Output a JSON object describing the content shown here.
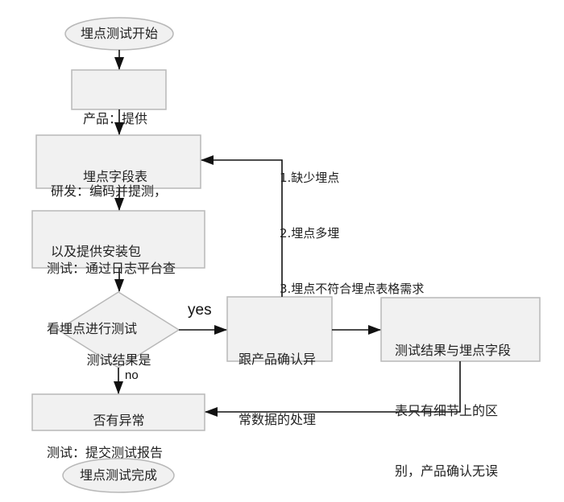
{
  "diagram": {
    "type": "flowchart",
    "nodes": {
      "start": {
        "shape": "ellipse",
        "text": "埋点测试开始"
      },
      "product_provide": {
        "shape": "rect",
        "lines": [
          "产品：提供",
          "埋点字段表"
        ]
      },
      "dev_build": {
        "shape": "rect",
        "lines": [
          "研发：编码并提测，",
          "以及提供安装包"
        ]
      },
      "test_log": {
        "shape": "rect",
        "lines": [
          "测试：通过日志平台查",
          "看埋点进行测试"
        ]
      },
      "decision": {
        "shape": "diamond",
        "lines": [
          "测试结果是",
          "否有异常"
        ]
      },
      "confirm_handling": {
        "shape": "rect",
        "lines": [
          "跟产品确认异",
          "常数据的处理"
        ]
      },
      "minor_diff": {
        "shape": "rect",
        "lines": [
          "测试结果与埋点字段",
          "表只有细节上的区",
          "别，产品确认无误"
        ]
      },
      "submit_report": {
        "shape": "rect",
        "lines": [
          "测试：提交测试报告"
        ]
      },
      "end": {
        "shape": "ellipse",
        "text": "埋点测试完成"
      }
    },
    "edges": [
      {
        "from": "start",
        "to": "product_provide"
      },
      {
        "from": "product_provide",
        "to": "dev_build"
      },
      {
        "from": "dev_build",
        "to": "test_log"
      },
      {
        "from": "test_log",
        "to": "decision"
      },
      {
        "from": "decision",
        "to": "confirm_handling",
        "label": "yes"
      },
      {
        "from": "decision",
        "to": "submit_report",
        "label": "no"
      },
      {
        "from": "confirm_handling",
        "to": "dev_build"
      },
      {
        "from": "confirm_handling",
        "to": "minor_diff"
      },
      {
        "from": "minor_diff",
        "to": "submit_report"
      },
      {
        "from": "submit_report",
        "to": "end"
      }
    ],
    "annotation": [
      "1.缺少埋点",
      "2.埋点多埋",
      "3.埋点不符合埋点表格需求"
    ]
  }
}
